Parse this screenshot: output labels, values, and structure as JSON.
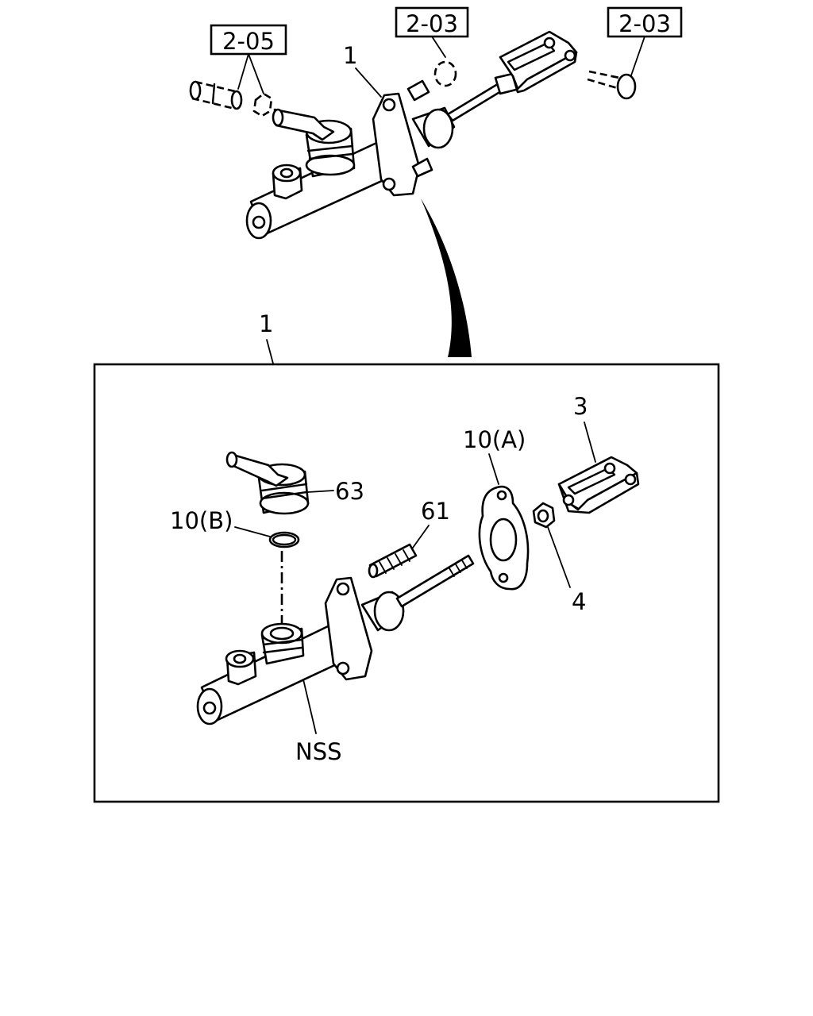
{
  "top_assembly": {
    "part_number": "1",
    "references": {
      "hose": "2-05",
      "washer": "2-03",
      "pin": "2-03"
    }
  },
  "detail": {
    "part_number": "1",
    "callouts": {
      "reservoir": "63",
      "o_ring": "10(B)",
      "gasket": "10(A)",
      "clevis": "3",
      "stud": "61",
      "nut": "4",
      "body": "NSS"
    }
  }
}
